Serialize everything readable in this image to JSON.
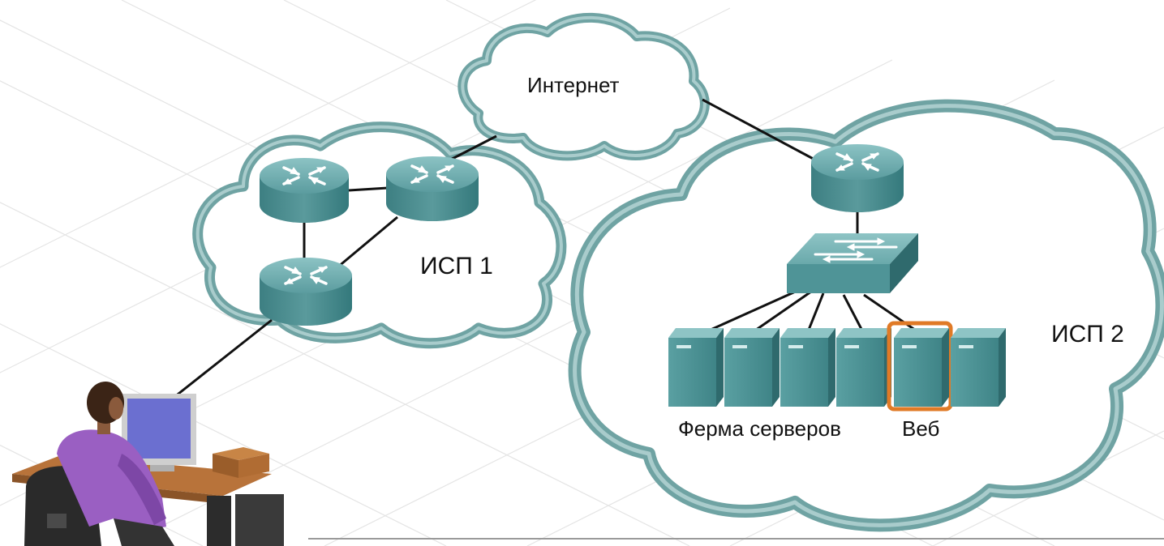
{
  "labels": {
    "internet": "Интернет",
    "isp1": "ИСП 1",
    "isp2": "ИСП 2",
    "server_farm": "Ферма серверов",
    "web": "Веб"
  },
  "colors": {
    "cloud_outline": "#6fa3a3",
    "cloud_fill": "#ffffff",
    "device_teal": "#4f9497",
    "device_dark": "#2f6a6d",
    "device_light": "#7fb8b9",
    "link": "#111111",
    "highlight": "#e07a26",
    "grid": "#e3e3e3"
  },
  "icons": {
    "router": "router-icon",
    "switch": "switch-icon",
    "server": "server-icon",
    "user_workstation": "user-workstation-icon"
  }
}
